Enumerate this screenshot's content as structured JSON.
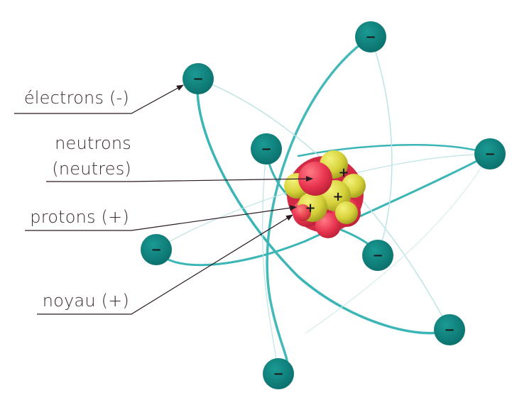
{
  "labels": {
    "electrons": "électrons (-)",
    "neutrons_line1": "neutrons",
    "neutrons_line2": "(neutres)",
    "protons": "protons (+)",
    "noyau": "noyau (+)"
  },
  "symbols": {
    "electron": "−",
    "proton": "+"
  },
  "colors": {
    "electron": "#0d7f7a",
    "orbit": "#3bb5b5",
    "orbit_faint": "#bfe3e3",
    "neutron": "#e8344f",
    "proton": "#d6d23a",
    "text": "#3a2a33",
    "leader": "#2a1a22"
  }
}
